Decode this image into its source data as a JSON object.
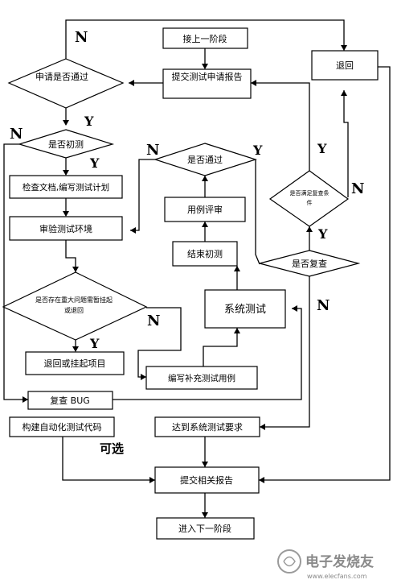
{
  "nodes": {
    "connect_prev": "接上一阶段",
    "submit_request": "提交测试申请报告",
    "request_passed": "申请是否通过",
    "first_test": "是否初测",
    "check_docs": "检查文档,编写测试计划",
    "verify_env": "审验测试环境",
    "major_issue": "是否存在重大问题需暂挂起或退回",
    "return_suspend": "退回或挂起项目",
    "recheck_bug": "复查 BUG",
    "build_automation": "构建自动化测试代码",
    "reach_requirement": "达到系统测试要求",
    "submit_report": "提交相关报告",
    "next_stage": "进入下一阶段",
    "passed": "是否通过",
    "case_review": "用例评审",
    "end_first_test": "结束初测",
    "system_test": "系统测试",
    "write_cases": "编写补充测试用例",
    "recheck": "是否复查",
    "meets_condition": "是否满足复查条件",
    "back": "退回"
  },
  "markers": {
    "yes": "Y",
    "no": "N"
  },
  "optional_label": "可选",
  "watermark": {
    "cn": "电子发烧友",
    "en": "www.elecfans.com"
  }
}
